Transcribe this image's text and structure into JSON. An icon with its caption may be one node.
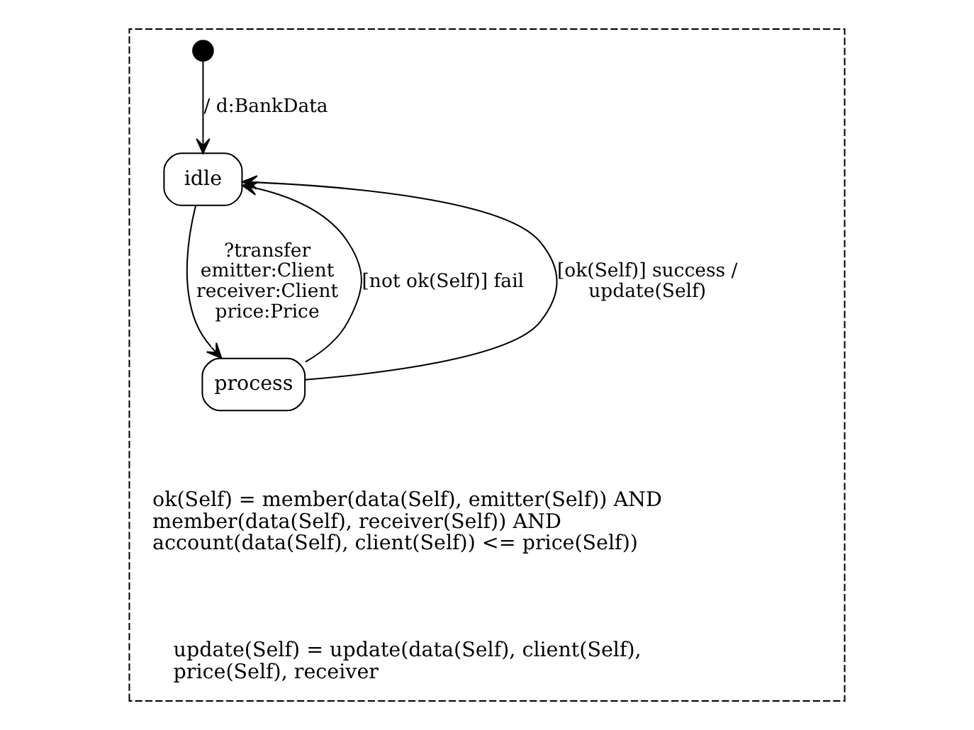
{
  "diagram": {
    "nodes": [
      {
        "text": [],
        "shape": "box"
      },
      {
        "text": [],
        "shape": "circle",
        "in": 0
      },
      {
        "text": [
          "idle"
        ],
        "in": 0
      },
      {
        "text": [
          "process"
        ],
        "in": 0
      }
    ],
    "edges": [
      {
        "from": 1,
        "to": 2,
        "arrow": "to",
        "label": "/ d:BankData"
      },
      {
        "from": 2,
        "to": 3,
        "arrow": "to",
        "label": "?transfer emitter:Client receiver:Client price:Price"
      },
      {
        "from": 3,
        "to": 2,
        "arrow": "to",
        "label": "[not ok(Self)] fail"
      },
      {
        "from": 3,
        "to": 2,
        "arrow": "to",
        "label": "[ok(Self)] success / update(Self)"
      }
    ],
    "labels": [
      "ok(Self) = member(data(Self), emitter(Self)) AND member(data(Self), receiver(Self)) AND account(data(Self), client(Self)) <= price(Self))",
      "update(Self) = update(data(Self), client(Self), price(Self), receiver"
    ]
  }
}
